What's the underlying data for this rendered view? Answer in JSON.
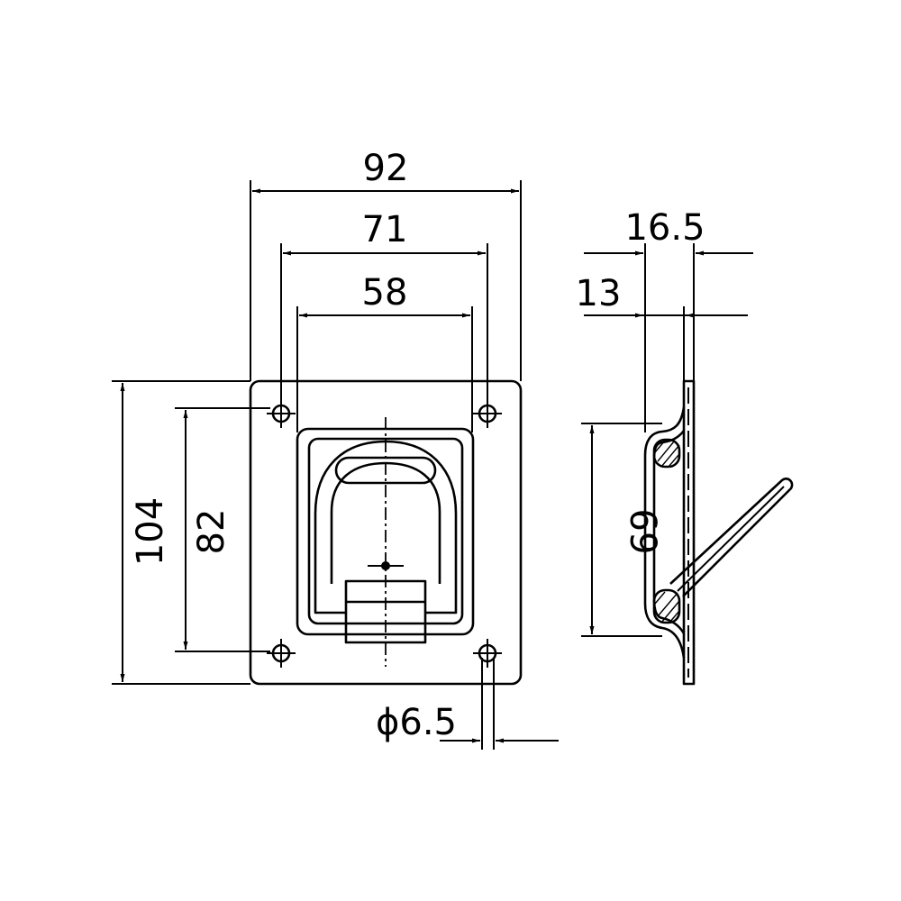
{
  "drawing": {
    "front_view": {
      "width_overall": "92",
      "hole_spacing_horizontal": "71",
      "recess_width": "58",
      "height_overall": "104",
      "hole_spacing_vertical": "82",
      "hole_diameter": "ϕ6.5"
    },
    "side_view": {
      "total_depth": "16.5",
      "plate_offset": "13",
      "ring_length": "69"
    }
  }
}
